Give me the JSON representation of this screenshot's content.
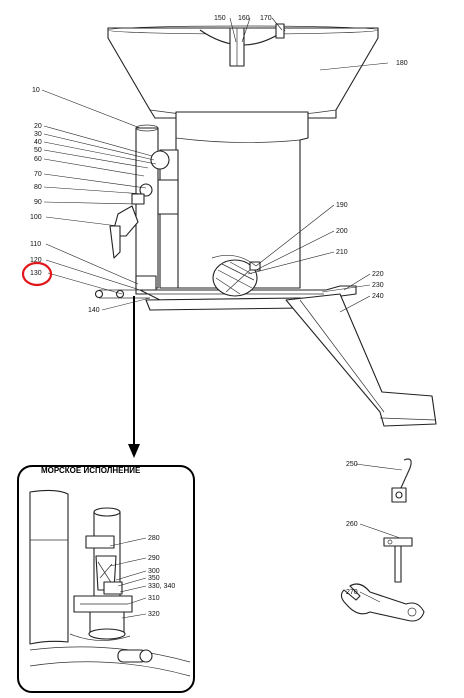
{
  "inset": {
    "title": "МОРСКОЕ ИСПОЛНЕНИЕ"
  },
  "callouts": {
    "c10": "10",
    "c20": "20",
    "c30": "30",
    "c40": "40",
    "c50": "50",
    "c60": "60",
    "c70": "70",
    "c80": "80",
    "c90": "90",
    "c100": "100",
    "c110": "110",
    "c120": "120",
    "c130": "130",
    "c140": "140",
    "c150": "150",
    "c160": "160",
    "c170": "170",
    "c180": "180",
    "c190": "190",
    "c200": "200",
    "c210": "210",
    "c220": "220",
    "c230": "230",
    "c240": "240",
    "c250": "250",
    "c260": "260",
    "c270": "270",
    "c280": "280",
    "c290": "290",
    "c300": "300",
    "c350": "350",
    "c330": "330, 340",
    "c310": "310",
    "c320": "320"
  },
  "highlight": {
    "callout": "130",
    "color": "#e0161b"
  },
  "colors": {
    "line": "#222222",
    "arrow": "#000000",
    "background": "#ffffff"
  }
}
